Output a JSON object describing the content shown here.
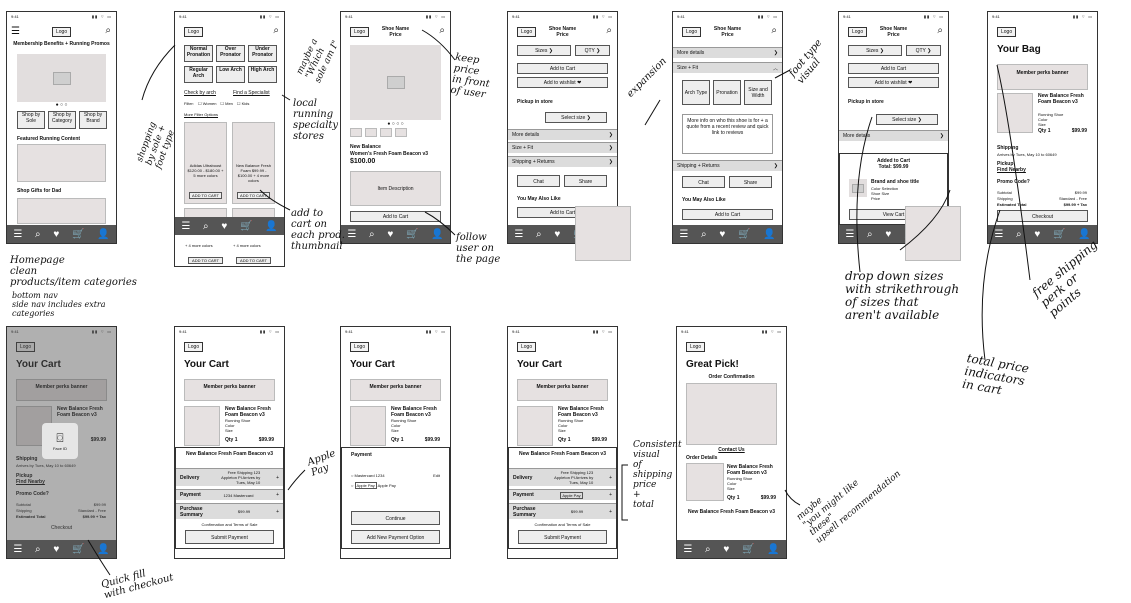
{
  "status": {
    "time": "9:41",
    "signal": "▮▮ ⌔ ▭"
  },
  "common": {
    "logo": "Logo",
    "add_to_cart": "Add to Cart",
    "add_to_wishlist": "Add to wishlist ❤",
    "sizes": "Sizes ❯",
    "qty": "QTY ❯",
    "pickup": "Pickup in store",
    "select_size": "Select size ❯",
    "more_details": "More details",
    "size_fit": "Size + Fit",
    "shipping_returns": "Shipping + Returns",
    "chat": "Chat",
    "share": "Share",
    "also_like": "You May Also Like",
    "shoe_name": "Shoe Name",
    "price": "Price",
    "your_cart": "Your Cart",
    "your_bag": "Your Bag",
    "member_perks": "Member perks banner",
    "nb_product": "New Balance Fresh Foam Beacon v3",
    "running_shoe": "Running Shoe",
    "color": "Color",
    "size": "Size",
    "qty1": "Qty 1",
    "price_val": "$99.99",
    "shipping_label": "Shipping",
    "shipping_eta": "Arrives by Tues, May 10 to 60649",
    "pickup_label": "Pickup",
    "find_nearby": "Find Nearby",
    "promo": "Promo Code?",
    "subtotal": "Subtotal",
    "shipping2": "Shipping",
    "standard_free": "Standard - Free",
    "est_total": "Estimated Total",
    "est_total_val": "$99.99 + Tax",
    "checkout": "Checkout",
    "delivery": "Delivery",
    "free_shipping": "Free Shipping 123 Appleton Pl Arrives by Tues, May 10",
    "payment": "Payment",
    "mastercard": "1234 Mastercard",
    "purchase_summary": "Purchase Summary",
    "purchase_val": "$99.99",
    "terms": "Confirmation and Terms of Sale",
    "submit_payment": "Submit Payment"
  },
  "screen1": {
    "title": "Membership Benefits + Running Promos",
    "shop_sole": "Shop by Sole",
    "shop_cat": "Shop by Category",
    "shop_brand": "Shop by Brand",
    "featured": "Featured Running Content",
    "gifts": "Shop Gifts for Dad"
  },
  "screen2": {
    "tiles": [
      "Normal Pronation",
      "Over Pronator",
      "Under Pronator",
      "Regular Arch",
      "Low Arch",
      "High Arch"
    ],
    "check_arch": "Check by arch",
    "find_specialist": "Find a Specialist",
    "filter": "Filter:",
    "women": "Women",
    "men": "Men",
    "kids": "Kids",
    "more_filters": "More Filter Options",
    "prod1": "Adidas Ultraboost $120.00 - $180.00 + 5 more colors",
    "prod2": "New Balance Fresh Foam $99.99 - $100.00 + 4 more colors",
    "add_caps": "ADD TO CART",
    "more_colors": "+ 4 more colors",
    "more_colors2": "+ 4 more colors"
  },
  "screen3": {
    "brand": "New Balance",
    "product": "Women's Fresh Foam Beacon v3",
    "price": "$100.00",
    "desc": "Item Description"
  },
  "screen5": {
    "arch_type": "Arch Type",
    "pronation": "Pronation",
    "size_width": "Size and Width",
    "more_info": "More info on who this shoe is for + a quote from a recent review and quick link to reviews"
  },
  "screen6": {
    "added": "Added to Cart",
    "total": "Total: $99.99",
    "brand_title": "Brand and shoe title",
    "color_sel": "Color Selection",
    "shoe_size": "Shoe Size",
    "price": "Price",
    "view_cart": "View Cart"
  },
  "screen8": {
    "face_id": "Face ID"
  },
  "screen10": {
    "payment": "Payment",
    "mc": "Mastercard 1234",
    "edit": "Edit",
    "applepay": "Apple Pay",
    "applepay2": "Apple Pay",
    "continue": "Continue",
    "add_payment": "Add New Payment Option"
  },
  "screen12": {
    "great_pick": "Great Pick!",
    "order_conf": "Order Confirmation",
    "contact": "Contact Us",
    "order_details": "Order Details"
  },
  "notes": {
    "n1": "Homepage\nclean\nproducts/item categories",
    "n1b": "bottom nav\nside nav includes extra\ncategories",
    "n2": "shopping\nby sole +\nfoot type",
    "n3": "maybe a\n\"Which\nsole am I\"",
    "n4": "local\nrunning\nspecialty\nstores",
    "n5": "add to\ncart on\neach prod.\nthumbnail",
    "n6": "keep\nprice\nin front\nof user",
    "n7": "follow\nuser on\nthe page",
    "n8": "expansion",
    "n9": "foot type\nvisual",
    "n10": "drop down sizes\nwith strikethrough\nof sizes that\naren't available",
    "n11": "free shipping\nperk or\npoints",
    "n12": "total price\nindicators\nin cart",
    "n13": "Apple\nPay",
    "n14": "Consistent\nvisual\nof\nshipping\nprice\n+\ntotal",
    "n15": "maybe\n\"you might like\nthese\"\nupsell recommendation",
    "n16": "Quick fill\nwith checkout"
  }
}
